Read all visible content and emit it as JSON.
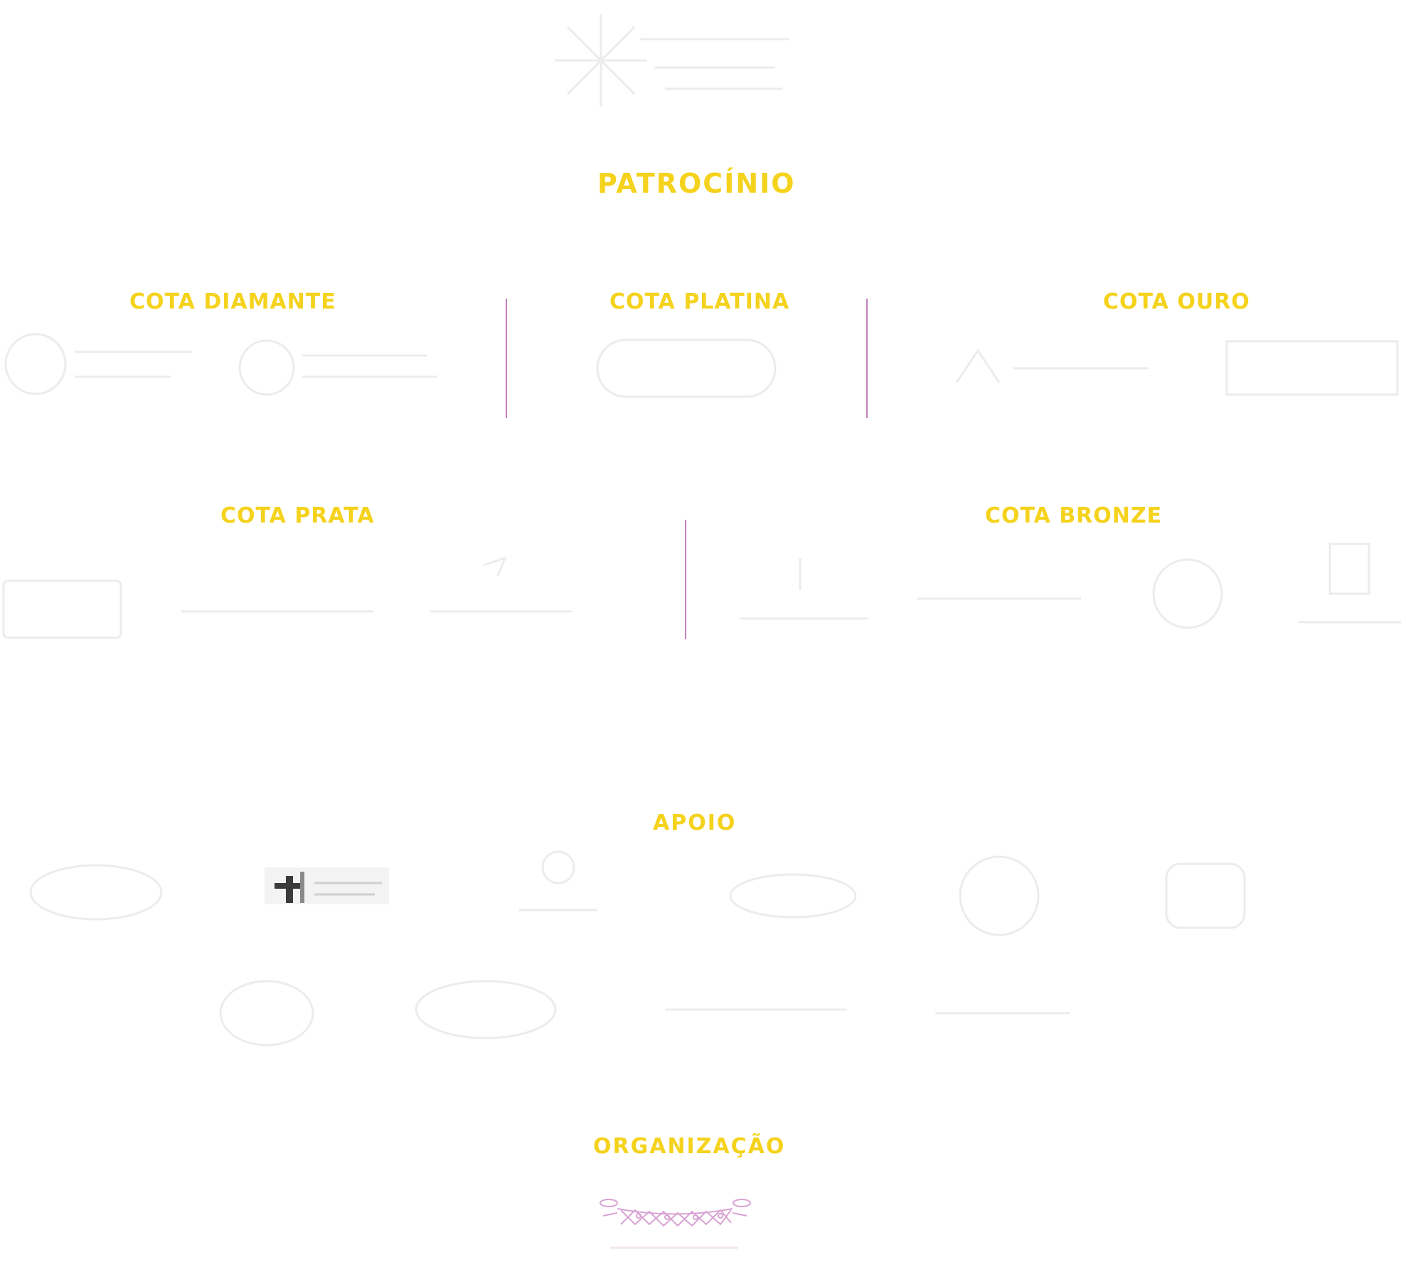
{
  "headings": {
    "patrocinio": "PATROCÍNIO",
    "cota_diamante": "COTA DIAMANTE",
    "cota_platina": "COTA PLATINA",
    "cota_ouro": "COTA OURO",
    "cota_prata": "COTA PRATA",
    "cota_bronze": "COTA BRONZE",
    "apoio": "APOIO",
    "organizacao": "ORGANIZAÇÃO"
  },
  "colors": {
    "heading": "#f5d21c",
    "divider": "#c37fbc",
    "organizer_logo": "#d8a3d3",
    "background": "#ffffff"
  }
}
